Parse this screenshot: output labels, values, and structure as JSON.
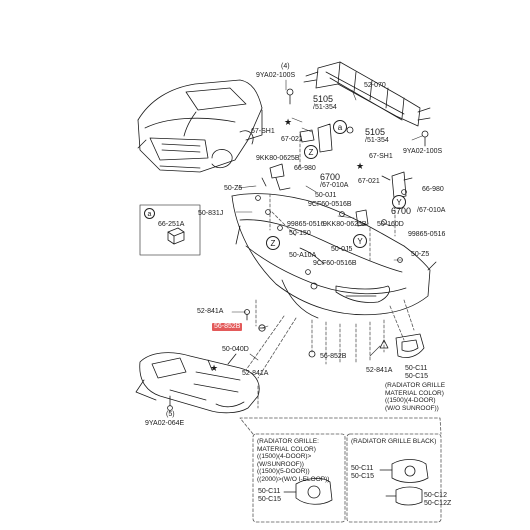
{
  "labels": {
    "p_9ya02_top": "9YA02-100S",
    "p_52070": "52-070",
    "p_5105_a": "5105",
    "p_51354_a": "/51-354",
    "p_67sh1_a": "67-SH1",
    "p_67021_a": "67-021",
    "p_5105_b": "5105",
    "p_51354_b": "/51-354",
    "p_9ya02_right": "9YA02-100S",
    "p_66980_a": "66-980",
    "p_9kk80_a": "9KK80-0625B",
    "p_6700_a": "6700",
    "p_67010a_a": "/67-010A",
    "p_67sh1_b": "67-SH1",
    "p_67021_b": "67-021",
    "p_66980_b": "66-980",
    "p_50z5_a": "50-Z5",
    "p_500j1": "50-0J1",
    "p_9cf60_a": "9CF60-0516B",
    "p_50831j": "50-831J",
    "p_99865_a": "99865-0516",
    "p_50150": "50-150",
    "p_9kk80_b": "9KK80-0625B",
    "p_50160d": "50-160D",
    "p_6700_b": "6700",
    "p_67010a_b": "/67-010A",
    "p_99865_b": "99865-0516",
    "p_66251a": "66-251A",
    "p_500j5": "50-0J5",
    "p_50a10a": "50-A10A",
    "p_9cf60_b": "9CF60-0516B",
    "p_50z5_b": "50-Z5",
    "p_52841a_a": "52-841A",
    "p_56852b_hl": "56-852B",
    "p_50040d": "50-040D",
    "p_56852b": "56-852B",
    "p_52841a_b": "52-841A",
    "p_52841a_c": "52-841A",
    "p_50c11_a": "50-C11",
    "p_50c15_a": "50-C15",
    "p_9ya02_left": "9YA02-064E",
    "p_no5": "(5)",
    "p_no4": "(4)"
  },
  "callouts": {
    "a_top": "a",
    "a_box": "a",
    "z1": "Z",
    "z2": "Z",
    "y1": "Y",
    "y2": "Y",
    "star1": "★",
    "star2": "★",
    "star3": "★"
  },
  "note_grille": [
    "(RADIATOR GRILLE",
    "MATERIAL COLOR)",
    "((1500)(4-DOOR)",
    "(W/O SUNROOF))"
  ],
  "box_left": {
    "lines": [
      "(RADIATOR GRILLE:",
      "MATERIAL COLOR)",
      "((1500)(4-DOOR)>",
      "(W/SUNROOF))",
      "((1500)(5-DOOR))",
      "((2000)>(W/O I-ELOOP))"
    ],
    "parts": [
      "50-C11",
      "50-C15"
    ]
  },
  "box_right": {
    "title": "(RADIATOR GRILLE BLACK)",
    "parts_a": [
      "50-C11",
      "50-C15"
    ],
    "parts_b": [
      "50-C12",
      "50-C12Z"
    ]
  },
  "colors": {
    "highlight": "#e35a5a",
    "line": "#1a1a1a",
    "gray": "#9a9a9a"
  }
}
